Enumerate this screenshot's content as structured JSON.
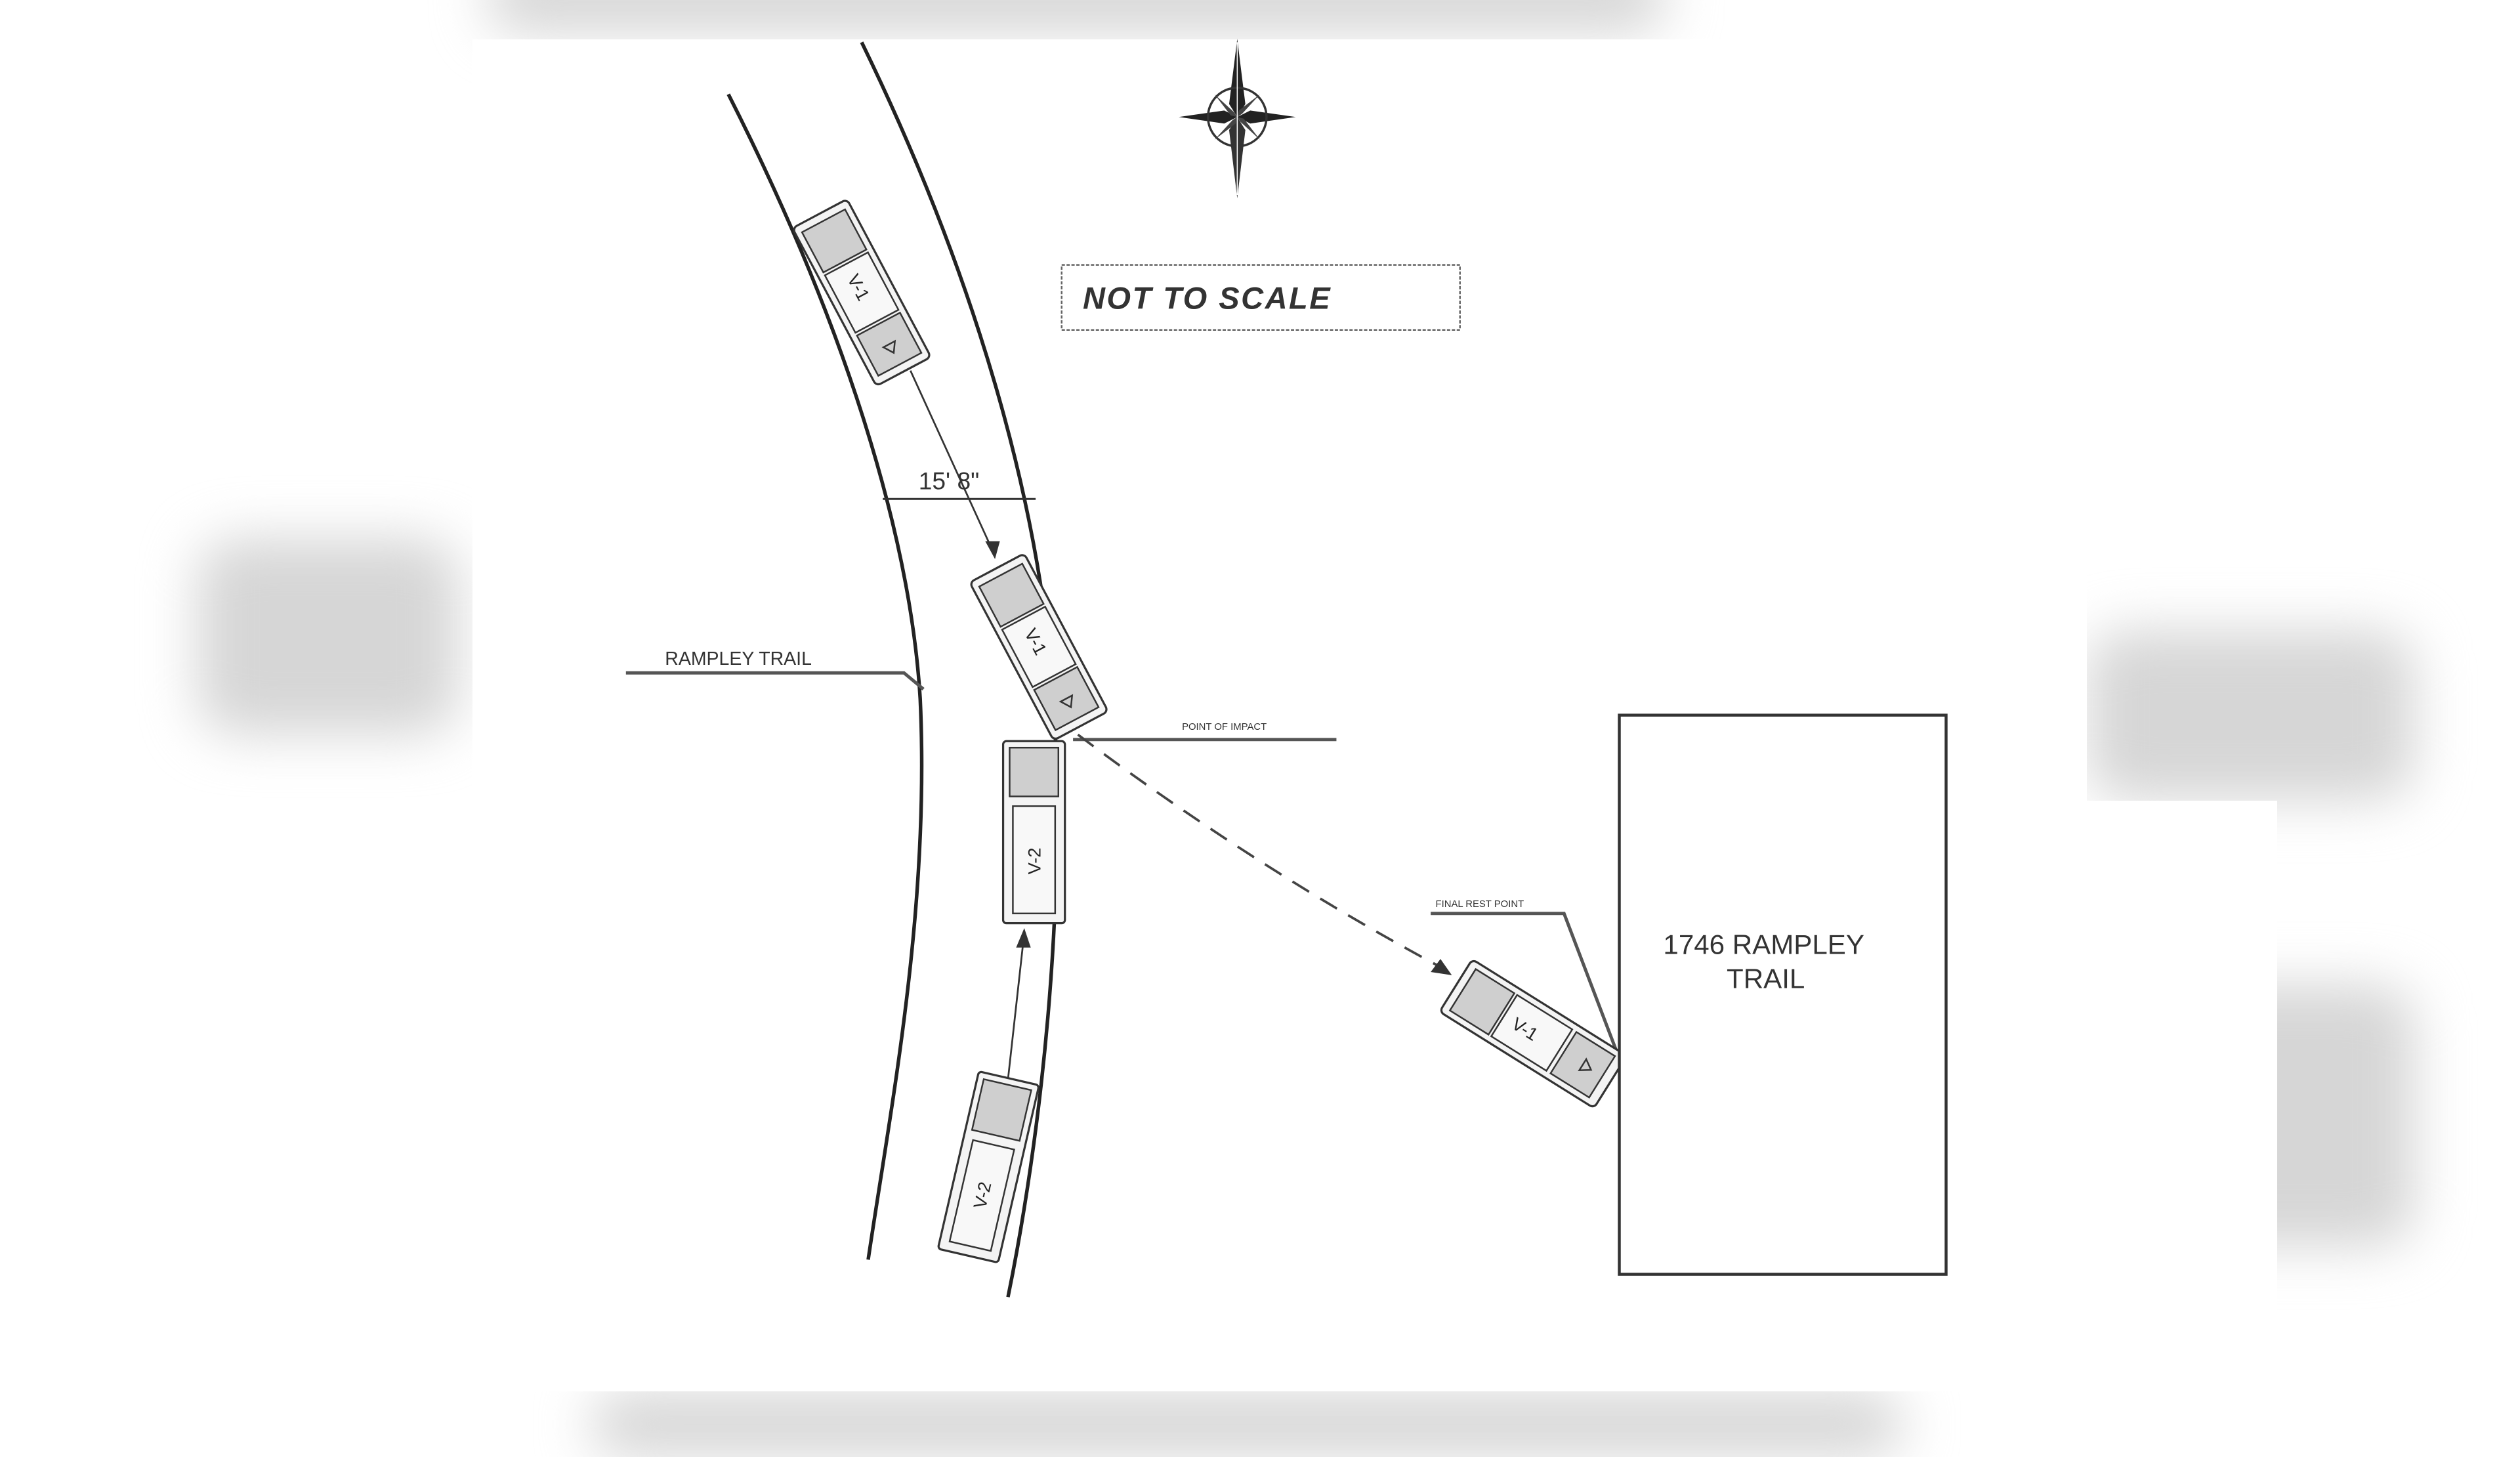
{
  "diagram": {
    "title_box": {
      "label": "NOT TO SCALE"
    },
    "compass": {
      "icon": "compass-rose-icon"
    },
    "road": {
      "name": "RAMPLEY TRAIL",
      "width_measurement": "15' 8\""
    },
    "point_labels": {
      "impact_point": "POINT OF IMPACT",
      "final_rest": "FINAL REST POINT"
    },
    "building": {
      "address_line1": "1746 RAMPLEY",
      "address_line2": "TRAIL"
    },
    "vehicles": [
      {
        "id": "v1-initial",
        "label": "V-1"
      },
      {
        "id": "v1-impact",
        "label": "V-1"
      },
      {
        "id": "v2-impact",
        "label": "V-2"
      },
      {
        "id": "v2-initial",
        "label": "V-2"
      },
      {
        "id": "v1-final",
        "label": "V-1"
      }
    ],
    "colors": {
      "line": "#222222",
      "glass": "#cfcfcf",
      "background": "#ffffff",
      "edge_blur": "#d6d6d6"
    }
  }
}
